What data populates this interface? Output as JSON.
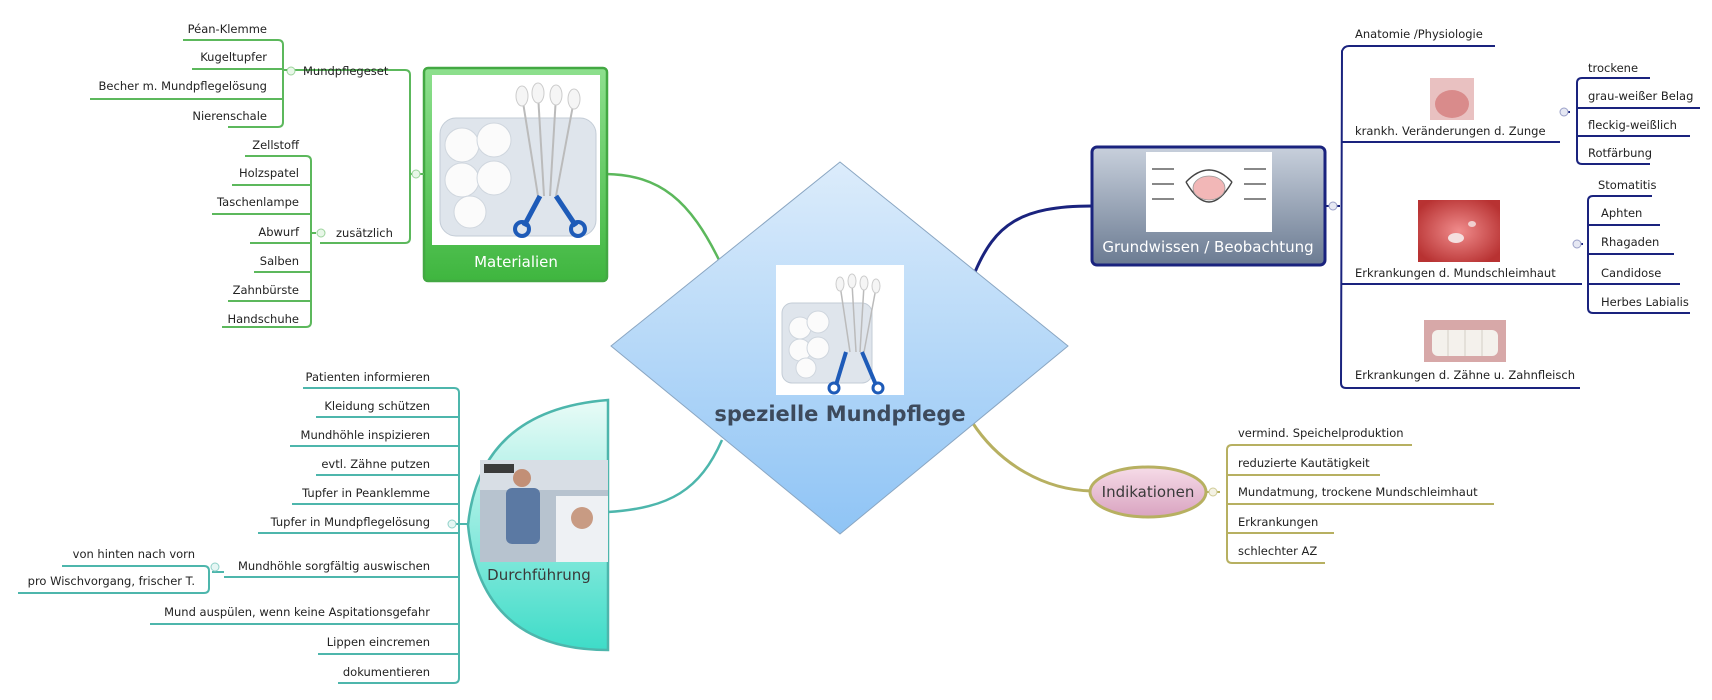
{
  "central": {
    "title": "spezielle Mundpflege"
  },
  "colors": {
    "materialien": "#4caf50",
    "grundwissen": "#1a237e",
    "durchfuehrung": "#4db6ac",
    "indikationen": "#b7b061"
  },
  "branches": {
    "materialien": {
      "title": "Materialien",
      "mundpflegeset": {
        "label": "Mundpflegeset",
        "items": [
          "Péan-Klemme",
          "Kugeltupfer",
          "Becher m. Mundpflegelösung",
          "Nierenschale"
        ]
      },
      "zusaetzlich": {
        "label": "zusätzlich",
        "items": [
          "Zellstoff",
          "Holzspatel",
          "Taschenlampe",
          "Abwurf",
          "Salben",
          "Zahnbürste",
          "Handschuhe"
        ]
      }
    },
    "grundwissen": {
      "title": "Grundwissen / Beobachtung",
      "topics": [
        {
          "label": "Anatomie /Physiologie",
          "items": []
        },
        {
          "label": "krankh. Veränderungen d. Zunge",
          "items": [
            "trockene",
            "grau-weißer Belag",
            "fleckig-weißlich",
            "Rotfärbung"
          ]
        },
        {
          "label": "Erkrankungen d. Mundschleimhaut",
          "items": [
            "Stomatitis",
            "Aphten",
            "Rhagaden",
            "Candidose",
            "Herbes Labialis"
          ]
        },
        {
          "label": "Erkrankungen d. Zähne u. Zahnfleisch",
          "items": []
        }
      ]
    },
    "durchfuehrung": {
      "title": "Durchführung",
      "steps": [
        {
          "label": "Patienten informieren",
          "sub": []
        },
        {
          "label": "Kleidung schützen",
          "sub": []
        },
        {
          "label": "Mundhöhle inspizieren",
          "sub": []
        },
        {
          "label": "evtl. Zähne putzen",
          "sub": []
        },
        {
          "label": "Tupfer in Peanklemme",
          "sub": []
        },
        {
          "label": "Tupfer in Mundpflegelösung",
          "sub": []
        },
        {
          "label": "Mundhöhle sorgfältig auswischen",
          "sub": [
            "von hinten nach vorn",
            "pro Wischvorgang, frischer T."
          ]
        },
        {
          "label": "Mund auspülen, wenn keine Aspitationsgefahr",
          "sub": []
        },
        {
          "label": "Lippen eincremen",
          "sub": []
        },
        {
          "label": "dokumentieren",
          "sub": []
        }
      ]
    },
    "indikationen": {
      "title": "Indikationen",
      "items": [
        "vermind. Speichelproduktion",
        "reduzierte Kautätigkeit",
        "Mundatmung, trockene Mundschleimhaut",
        "Erkrankungen",
        "schlechter AZ"
      ]
    }
  }
}
